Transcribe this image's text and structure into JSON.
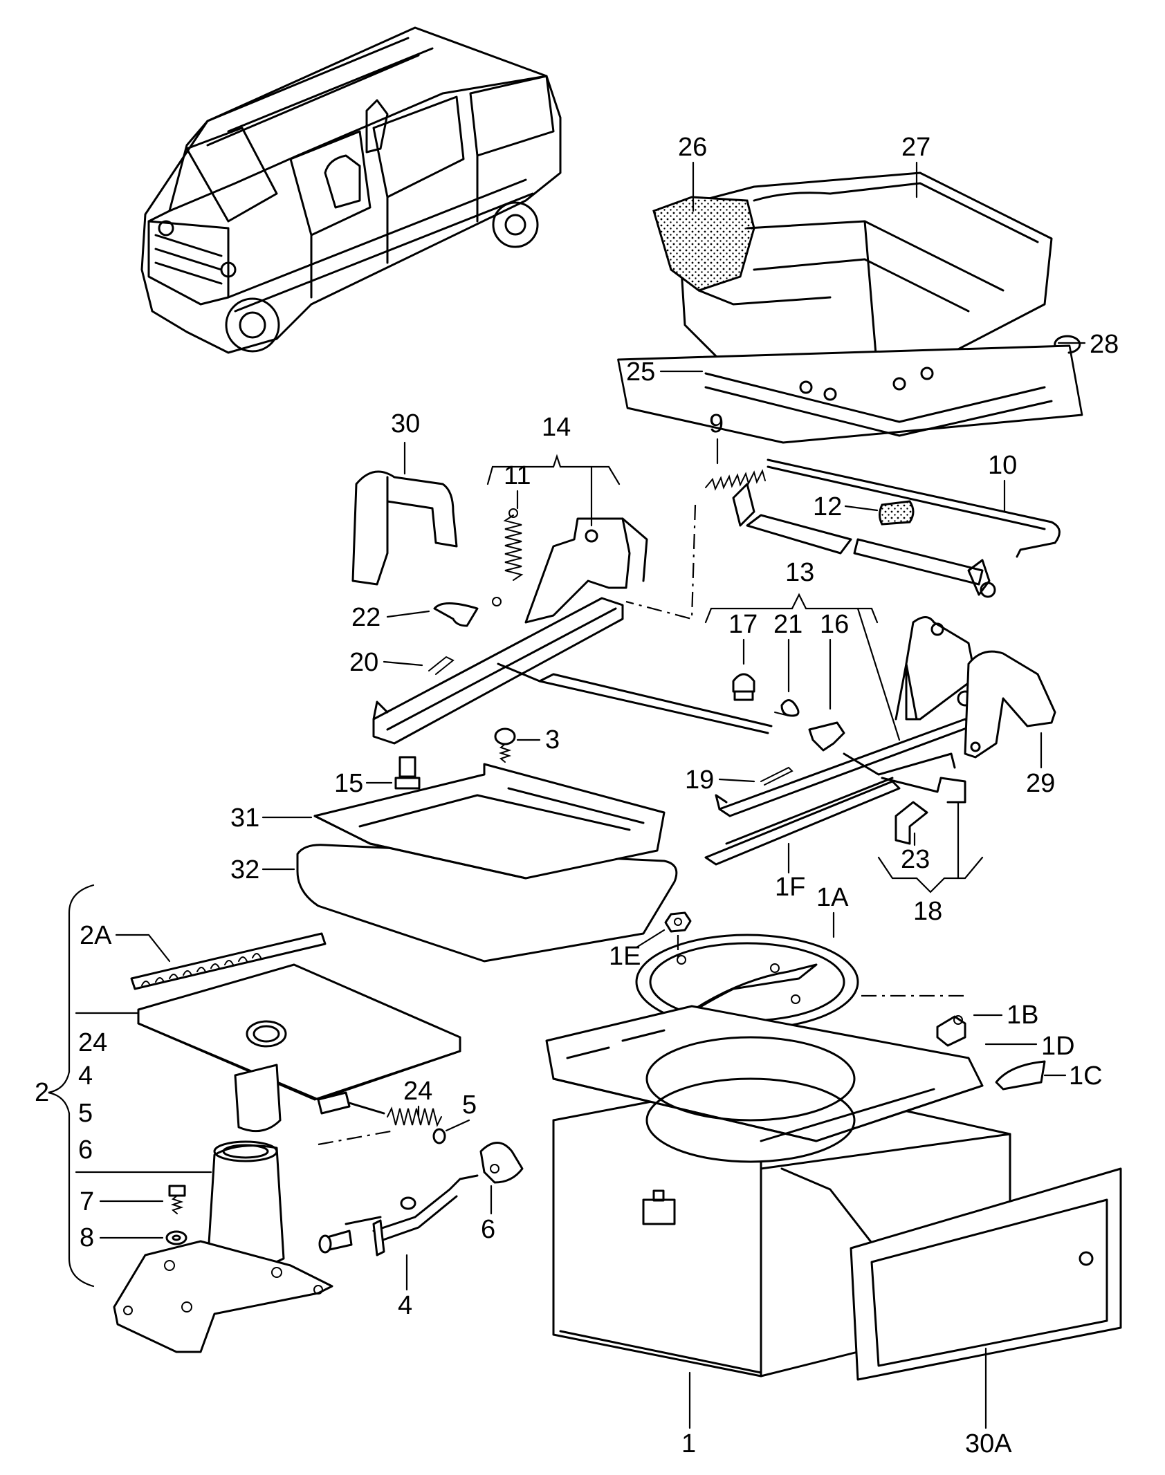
{
  "diagram": {
    "type": "exploded parts diagram",
    "subject": "van swivel seat assembly",
    "callouts": {
      "c26": "26",
      "c27": "27",
      "c28": "28",
      "c25": "25",
      "c30": "30",
      "c14": "14",
      "c11": "11",
      "c9": "9",
      "c10": "10",
      "c12": "12",
      "c22": "22",
      "c20": "20",
      "c13": "13",
      "c17": "17",
      "c21": "21",
      "c16": "16",
      "c15": "15",
      "c3": "3",
      "c19": "19",
      "c29": "29",
      "c31": "31",
      "c32": "32",
      "c1F": "1F",
      "c23": "23",
      "c18": "18",
      "c2A": "2A",
      "c1A": "1A",
      "c1E": "1E",
      "c1B": "1B",
      "c1D": "1D",
      "c1C": "1C",
      "c24a": "24",
      "c4a": "4",
      "c5a": "5",
      "c6a": "6",
      "c2": "2",
      "c24b": "24",
      "c5b": "5",
      "c7": "7",
      "c8": "8",
      "c6b": "6",
      "c4b": "4",
      "c1": "1",
      "c30A": "30A"
    },
    "icons": [
      "van-illustration",
      "seat-cushion",
      "coil-spring",
      "bolt",
      "nut",
      "swivel-ring",
      "seat-box",
      "side-panel"
    ]
  }
}
